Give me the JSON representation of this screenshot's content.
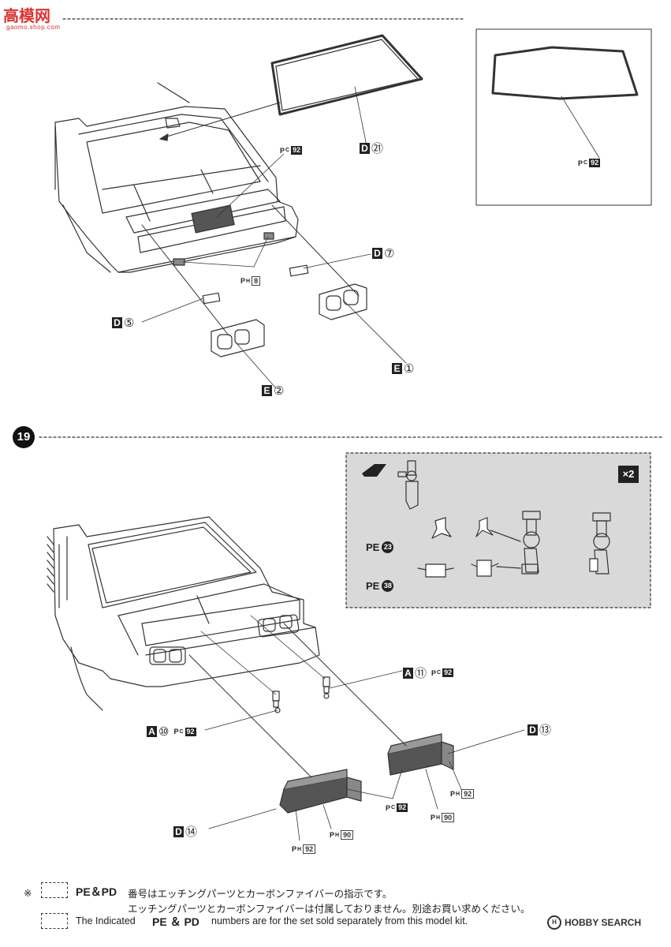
{
  "watermark_logo": {
    "title": "高模网",
    "sub": "gaomo.shop.com"
  },
  "step_number": "19",
  "multiplier": "×2",
  "upper_labels": {
    "d21": {
      "letter": "D",
      "num": "㉑"
    },
    "d7": {
      "letter": "D",
      "num": "⑦"
    },
    "d5": {
      "letter": "D",
      "num": "⑤"
    },
    "e1": {
      "letter": "E",
      "num": "①"
    },
    "e2": {
      "letter": "E",
      "num": "②"
    },
    "pc92_main": {
      "p": "P",
      "sub": "C",
      "num": "92"
    },
    "pc92_inset": {
      "p": "P",
      "sub": "C",
      "num": "92"
    },
    "ph8": {
      "p": "P",
      "sub": "H",
      "num": "8"
    }
  },
  "lower_labels": {
    "a11": {
      "letter": "A",
      "num": "⑪",
      "p": "P",
      "sub": "C",
      "pnum": "92"
    },
    "a10": {
      "letter": "A",
      "num": "⑩",
      "p": "P",
      "sub": "C",
      "pnum": "92"
    },
    "d13": {
      "letter": "D",
      "num": "⑬"
    },
    "d14": {
      "letter": "D",
      "num": "⑭"
    },
    "ph92_right": {
      "p": "P",
      "sub": "H",
      "num": "92"
    },
    "ph90_right": {
      "p": "P",
      "sub": "H",
      "num": "90"
    },
    "pc92_center": {
      "p": "P",
      "sub": "C",
      "num": "92"
    },
    "ph90_left": {
      "p": "P",
      "sub": "H",
      "num": "90"
    },
    "ph92_left": {
      "p": "P",
      "sub": "H",
      "num": "92"
    },
    "pe23": {
      "text": "PE",
      "num": "23"
    },
    "pe38": {
      "text": "PE",
      "num": "38"
    }
  },
  "notes": {
    "asterisk": "※",
    "jp_line1_prefix": "PE＆PD",
    "jp_line1": "番号はエッチングパーツとカーボンファイバーの指示です。",
    "jp_line2": "エッチングパーツとカーボンファイバーは付属しておりません。別途お買い求めください。",
    "en_prefix": "The Indicated",
    "en_mid": "PE ＆ PD",
    "en_suffix": "numbers are for the set sold separately from this model kit."
  },
  "footer_logo": {
    "icon": "H",
    "text": "HOBBY SEARCH"
  }
}
